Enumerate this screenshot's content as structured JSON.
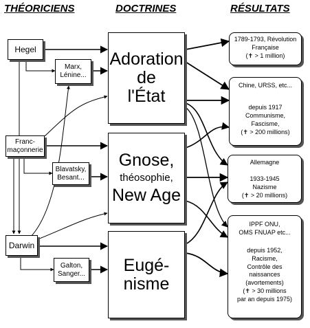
{
  "headers": {
    "theoriciens": "THÉORICIENS",
    "doctrines": "DOCTRINES",
    "resultats": "RÉSULTATS"
  },
  "theoriciens": {
    "hegel": "Hegel",
    "marx_line1": "Marx,",
    "marx_line2": "Lénine...",
    "franc_line1": "Franc-",
    "franc_line2": "maçonnerie",
    "blavatsky_line1": "Blavatsky,",
    "blavatsky_line2": "Besant...",
    "darwin": "Darwin",
    "galton_line1": "Galton,",
    "galton_line2": "Sanger..."
  },
  "doctrines": {
    "adoration": [
      "Adoration",
      "de",
      "l'État"
    ],
    "gnose": [
      "Gnose,",
      "théosophie,",
      "New Age"
    ],
    "eugenisme": [
      "Eugé-",
      "nisme"
    ]
  },
  "resultats": {
    "revolution": [
      "1789-1793, Révolution",
      "Française",
      "(✝ > 1 million)"
    ],
    "communisme_a": [
      "Chine, URSS, etc..."
    ],
    "communisme_b": [
      "depuis 1917",
      "Communisme,",
      "Fascisme,",
      "(✝ > 200 millions)"
    ],
    "nazisme_a": [
      "Allemagne"
    ],
    "nazisme_b": [
      "1933-1945",
      "Nazisme",
      "(✝ > 20 millions)"
    ],
    "racisme_a": [
      "IPPF ONU,",
      "OMS FNUAP etc..."
    ],
    "racisme_b": [
      "depuis 1952,",
      "Racisme,",
      "Contrôle des",
      "naissances",
      "(avortements)",
      "(✝ > 30 millions",
      "par an depuis 1975)"
    ]
  }
}
